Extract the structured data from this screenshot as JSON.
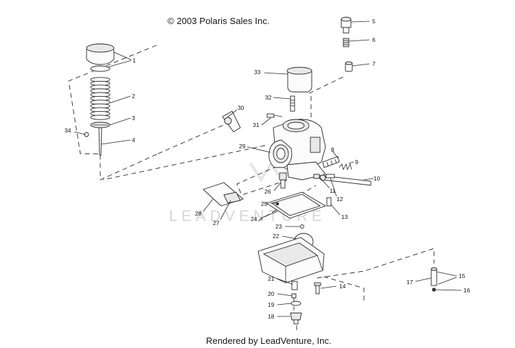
{
  "header": {
    "copyright": "© 2003 Polaris Sales Inc."
  },
  "footer": {
    "rendered_by": "Rendered by LeadVenture, Inc."
  },
  "watermark": {
    "text": "LEADVENTURE"
  },
  "callouts": [
    "1",
    "2",
    "3",
    "4",
    "5",
    "6",
    "7",
    "8",
    "9",
    "10",
    "11",
    "12",
    "13",
    "14",
    "15",
    "16",
    "17",
    "18",
    "19",
    "20",
    "21",
    "22",
    "23",
    "24",
    "25",
    "26",
    "27",
    "28",
    "29",
    "30",
    "31",
    "32",
    "33",
    "34"
  ]
}
